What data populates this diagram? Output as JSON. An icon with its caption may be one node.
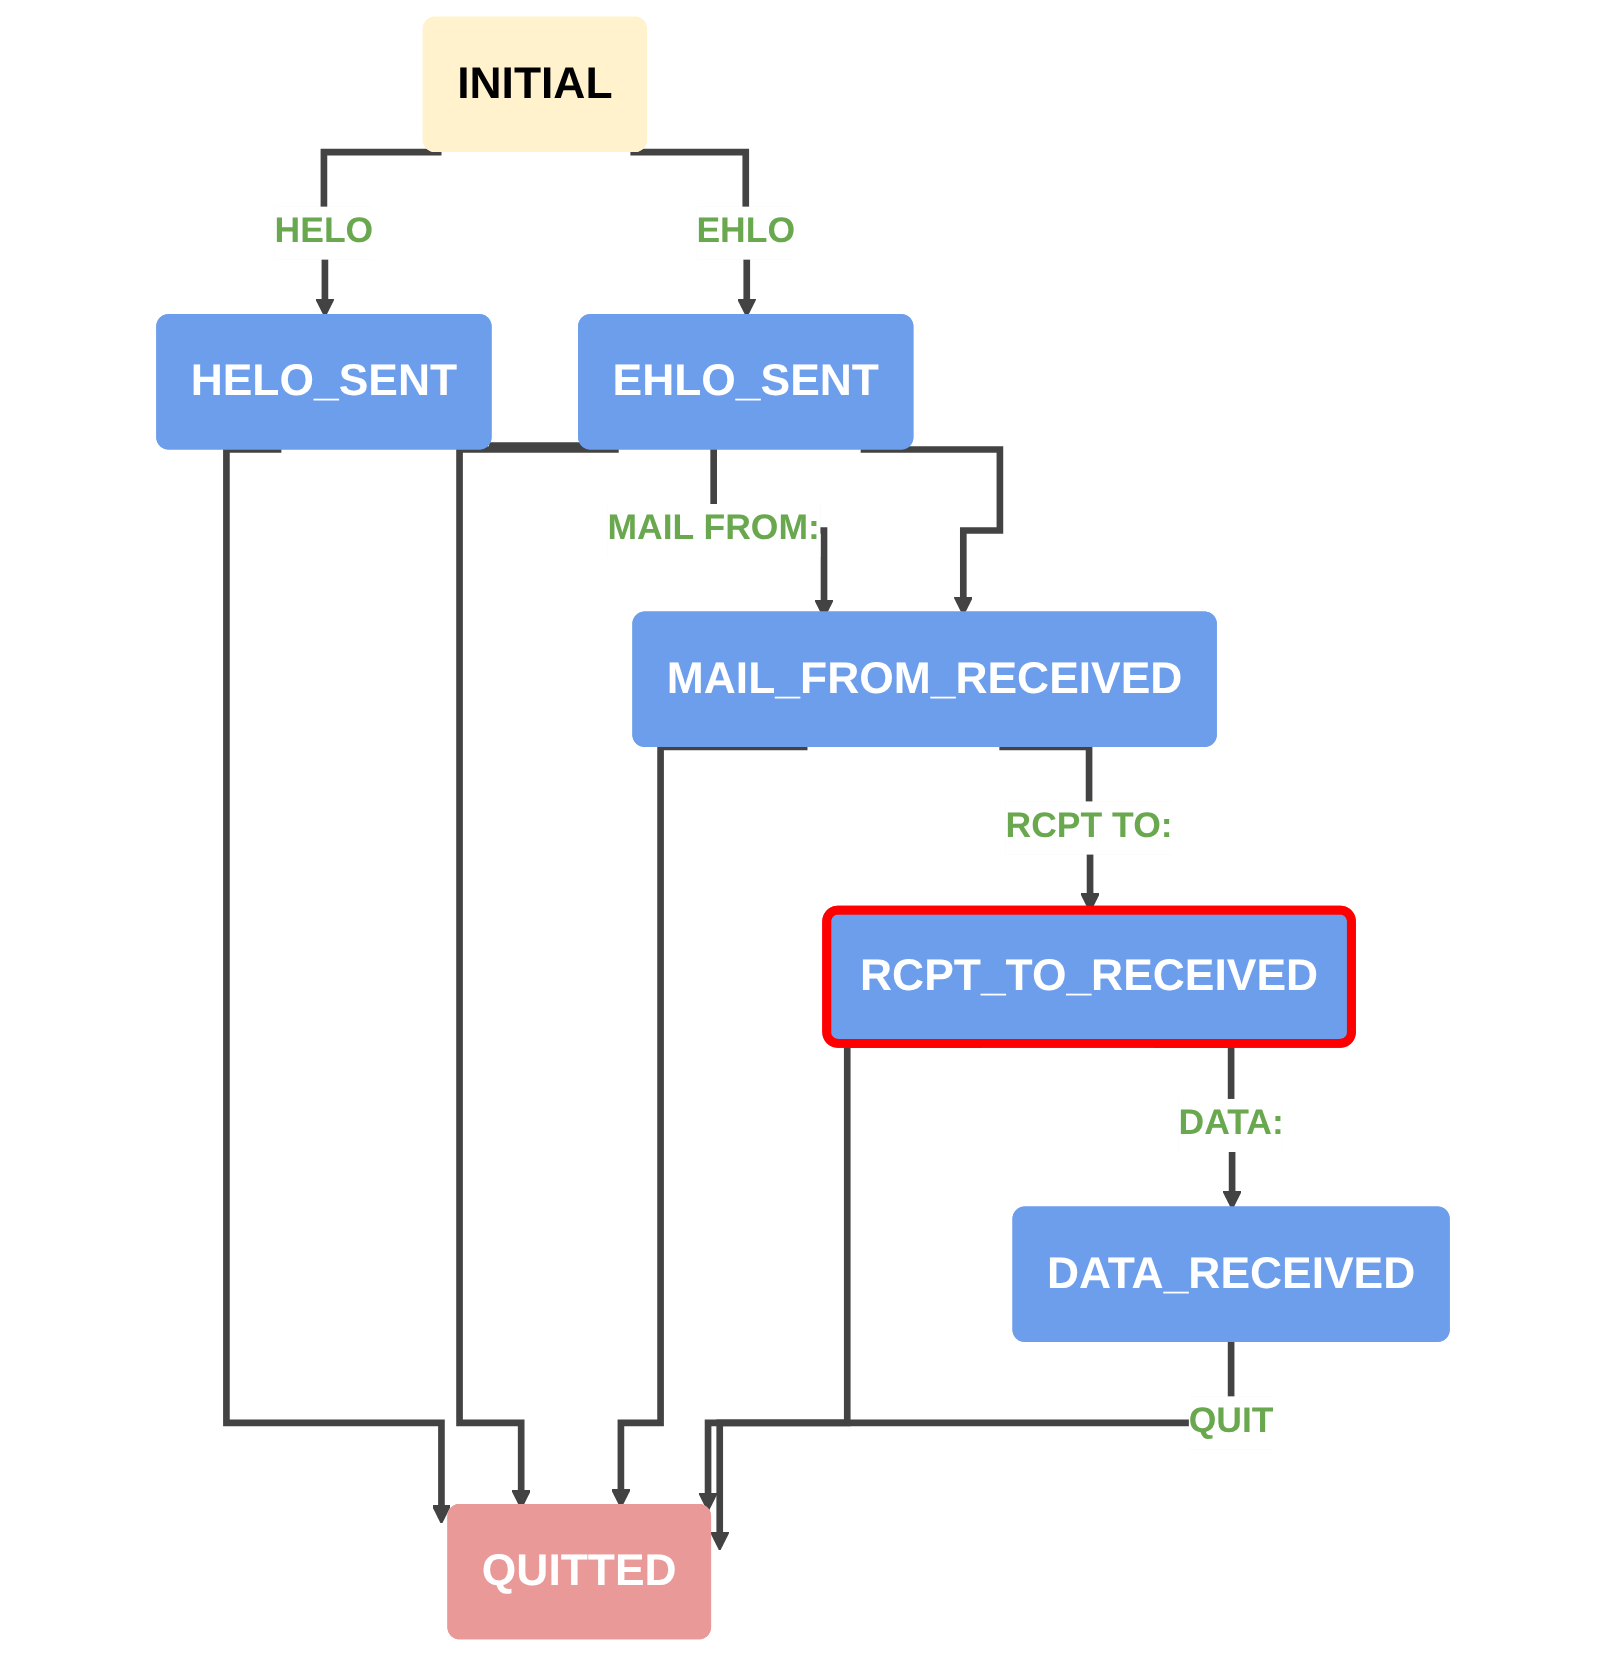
{
  "diagram": {
    "nodes": [
      {
        "text": [
          "INITIAL"
        ]
      },
      {
        "text": [
          "HELO_SENT"
        ]
      },
      {
        "text": [
          "EHLO_SENT"
        ]
      },
      {
        "text": [
          "MAIL_FROM_RECEIVED"
        ]
      },
      {
        "text": [
          "RCPT_TO_RECEIVED"
        ]
      },
      {
        "text": [
          "DATA_RECEIVED"
        ]
      },
      {
        "text": [
          "QUITTED"
        ]
      }
    ],
    "edges": [
      {
        "from": 0,
        "to": 1,
        "arrow": "to",
        "label": "HELO"
      },
      {
        "from": 0,
        "to": 2,
        "arrow": "to",
        "label": "EHLO"
      },
      {
        "from": 1,
        "to": 3,
        "arrow": "to",
        "label": "MAIL FROM:"
      },
      {
        "from": 2,
        "to": 3,
        "arrow": "to"
      },
      {
        "from": 3,
        "to": 4,
        "arrow": "to",
        "label": "RCPT TO:"
      },
      {
        "from": 4,
        "to": 5,
        "arrow": "to",
        "label": "DATA:"
      },
      {
        "from": 1,
        "to": 6,
        "arrow": "to"
      },
      {
        "from": 2,
        "to": 6,
        "arrow": "to"
      },
      {
        "from": 3,
        "to": 6,
        "arrow": "to"
      },
      {
        "from": 4,
        "to": 6,
        "arrow": "to"
      },
      {
        "from": 5,
        "to": 6,
        "arrow": "to",
        "label": "QUIT"
      }
    ]
  }
}
